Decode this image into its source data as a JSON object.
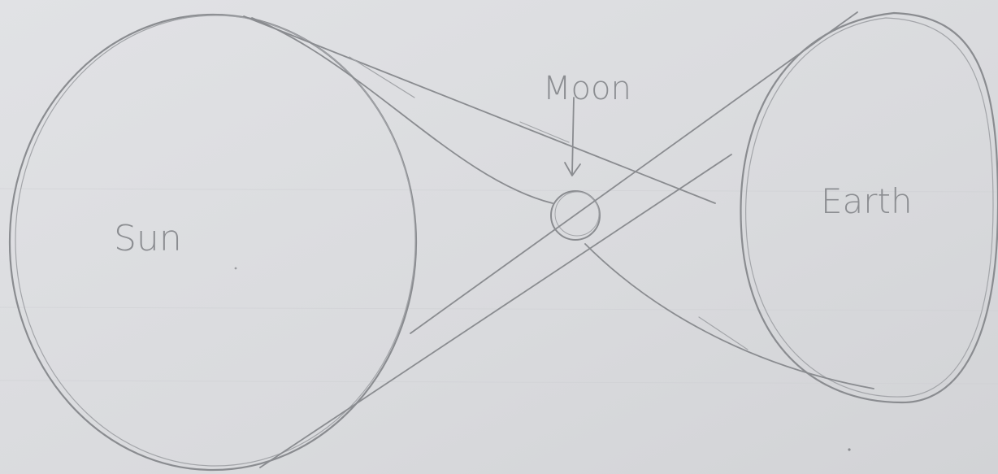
{
  "diagram": {
    "labels": {
      "sun": "Sun",
      "moon": "Moon",
      "earth": "Earth"
    },
    "bodies": [
      "sun",
      "moon",
      "earth"
    ],
    "colors": {
      "paper": "#dcdde0",
      "pencil": "#8a8c90",
      "text": "#8b8d91"
    }
  }
}
